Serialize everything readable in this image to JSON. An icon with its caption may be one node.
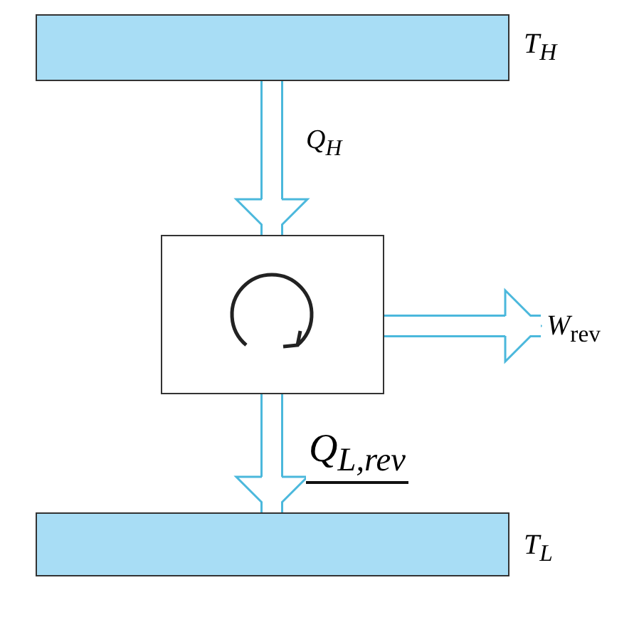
{
  "diagram": {
    "nodes": [
      {
        "text": [],
        "shape": "box",
        "beside": [
          "T$_{H}$"
        ]
      },
      {
        "text": [],
        "shape": "box"
      },
      {
        "text": [],
        "shape": "box",
        "beside": [
          "T$_{L}$"
        ]
      },
      {
        "text": [
          "*W*$_{rev}$"
        ]
      }
    ],
    "edges": [
      {
        "from": 0,
        "to": 1,
        "arrow": "to",
        "label": "Q$_{H}$"
      },
      {
        "from": 1,
        "to": 3,
        "arrow": "to"
      },
      {
        "from": 1,
        "to": 2,
        "arrow": "to",
        "label": "Q$_{L,rev}$"
      }
    ]
  }
}
